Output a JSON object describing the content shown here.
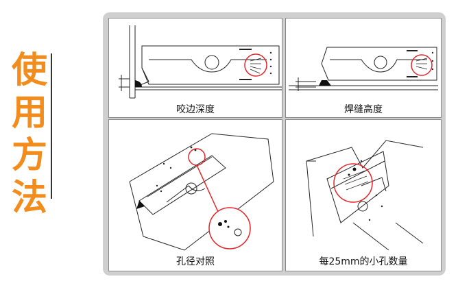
{
  "side_title": {
    "chars": [
      "使",
      "用",
      "方",
      "法"
    ]
  },
  "panels": [
    {
      "caption": "咬边深度"
    },
    {
      "caption": "焊缝高度"
    },
    {
      "caption": "孔径对照"
    },
    {
      "caption": "每25mm的小孔数量"
    }
  ],
  "colors": {
    "title": "#f28c1c",
    "highlight": "#e0262a",
    "frame": "#cfcfcf"
  }
}
